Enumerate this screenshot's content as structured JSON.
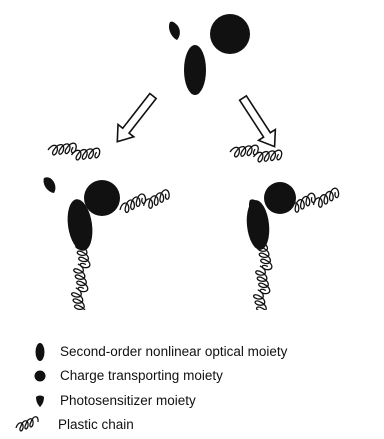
{
  "legend": {
    "items": [
      {
        "symbol": "nlo-moiety",
        "label": "Second-order nonlinear optical moiety"
      },
      {
        "symbol": "charge-moiety",
        "label": "Charge transporting moiety"
      },
      {
        "symbol": "photosensitizer-moiety",
        "label": "Photosensitizer moiety"
      },
      {
        "symbol": "plastic-chain",
        "label": "Plastic chain"
      }
    ]
  },
  "colors": {
    "ink": "#111111",
    "background": "#ffffff"
  }
}
